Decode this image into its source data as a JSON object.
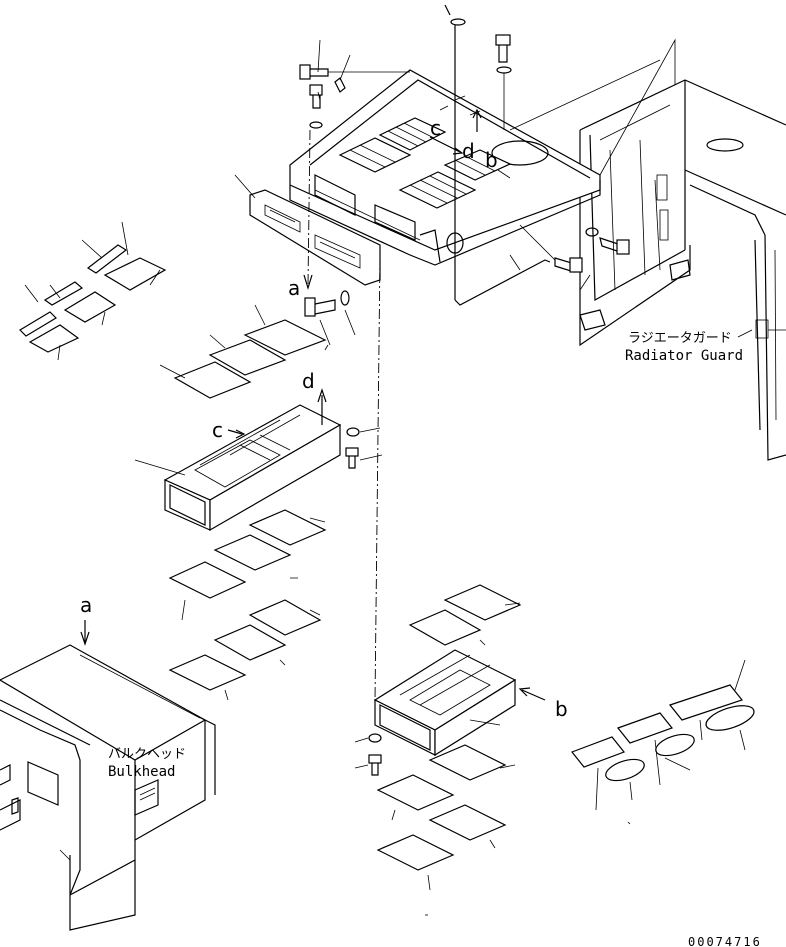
{
  "labels": {
    "radiator_guard_jp": "ラジエータガード",
    "radiator_guard_en": "Radiator Guard",
    "bulkhead_jp": "バルクヘッド",
    "bulkhead_en": "Bulkhead",
    "part_number": "00074716"
  },
  "ref_letters": {
    "a_upper": "a",
    "a_lower": "a",
    "b_top": "b",
    "b_duct": "b",
    "c_top": "c",
    "c_duct": "c",
    "d_top": "d",
    "d_duct": "d"
  }
}
